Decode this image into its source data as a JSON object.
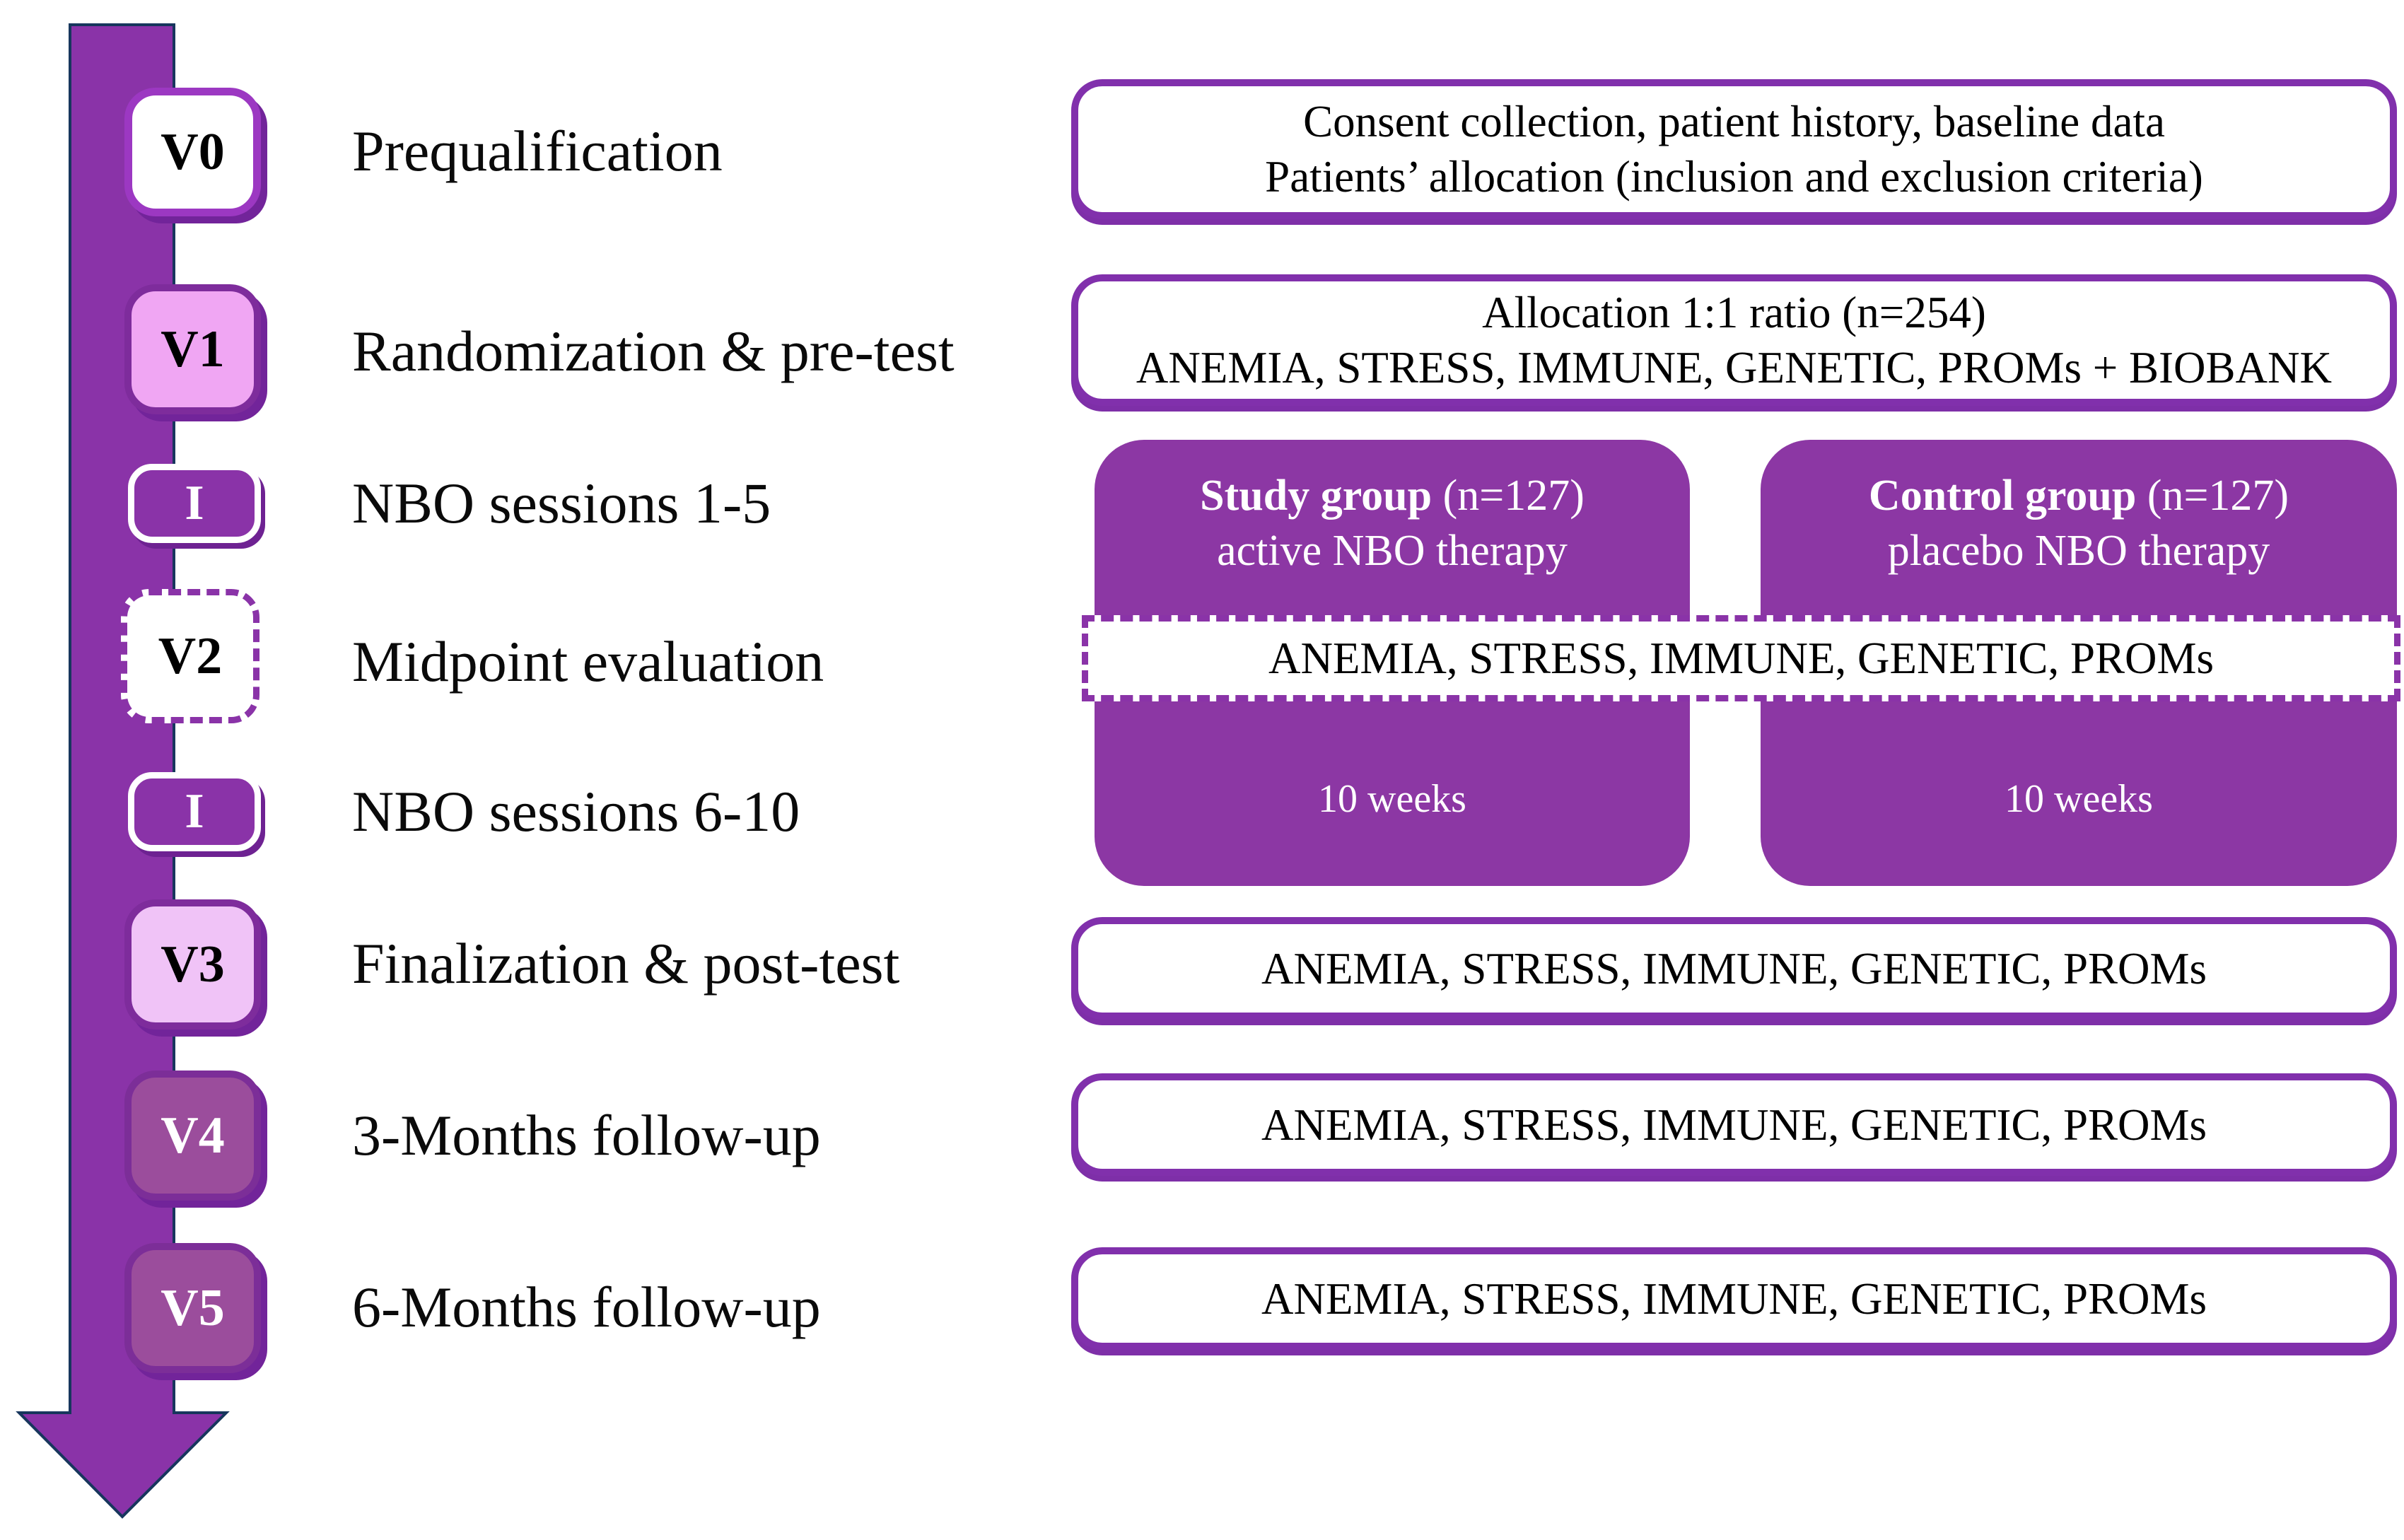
{
  "rows": [
    {
      "badge": "V0",
      "label": "Prequalification"
    },
    {
      "badge": "V1",
      "label": "Randomization & pre-test"
    },
    {
      "badge": "I",
      "label": "NBO sessions 1-5"
    },
    {
      "badge": "V2",
      "label": "Midpoint evaluation"
    },
    {
      "badge": "I",
      "label": "NBO sessions 6-10"
    },
    {
      "badge": "V3",
      "label": "Finalization & post-test"
    },
    {
      "badge": "V4",
      "label": "3-Months follow-up"
    },
    {
      "badge": "V5",
      "label": "6-Months follow-up"
    }
  ],
  "panels": {
    "prequalification": {
      "line1": "Consent collection, patient history, baseline data",
      "line2": "Patients’ allocation (inclusion and exclusion criteria)"
    },
    "randomization": {
      "line1": "Allocation 1:1 ratio (n=254)",
      "line2": "ANEMIA, STRESS, IMMUNE, GENETIC, PROMs + BIOBANK"
    },
    "study_group": {
      "name": "Study group",
      "n": "(n=127)",
      "therapy": "active NBO therapy",
      "duration": "10 weeks"
    },
    "control_group": {
      "name": "Control group",
      "n": "(n=127)",
      "therapy": "placebo NBO therapy",
      "duration": "10 weeks"
    },
    "midpoint": {
      "text": "ANEMIA, STRESS, IMMUNE, GENETIC, PROMs"
    },
    "post_test": {
      "text": "ANEMIA, STRESS, IMMUNE, GENETIC, PROMs"
    },
    "followup_3m": {
      "text": "ANEMIA, STRESS, IMMUNE, GENETIC, PROMs"
    },
    "followup_6m": {
      "text": "ANEMIA, STRESS, IMMUNE, GENETIC, PROMs"
    }
  },
  "colors": {
    "arrow_purple": "#8A33A8",
    "arrow_outline": "#17365D",
    "badge_border_purple": "#7E2C9C",
    "badge_bright_border": "#9C38C2",
    "badge_light_pink": "#F0A6F3",
    "badge_pale_pink": "#F0C3F7",
    "badge_mauve": "#9B4D9C",
    "panel_border": "#8130AC",
    "group_fill": "#8C37A4"
  }
}
